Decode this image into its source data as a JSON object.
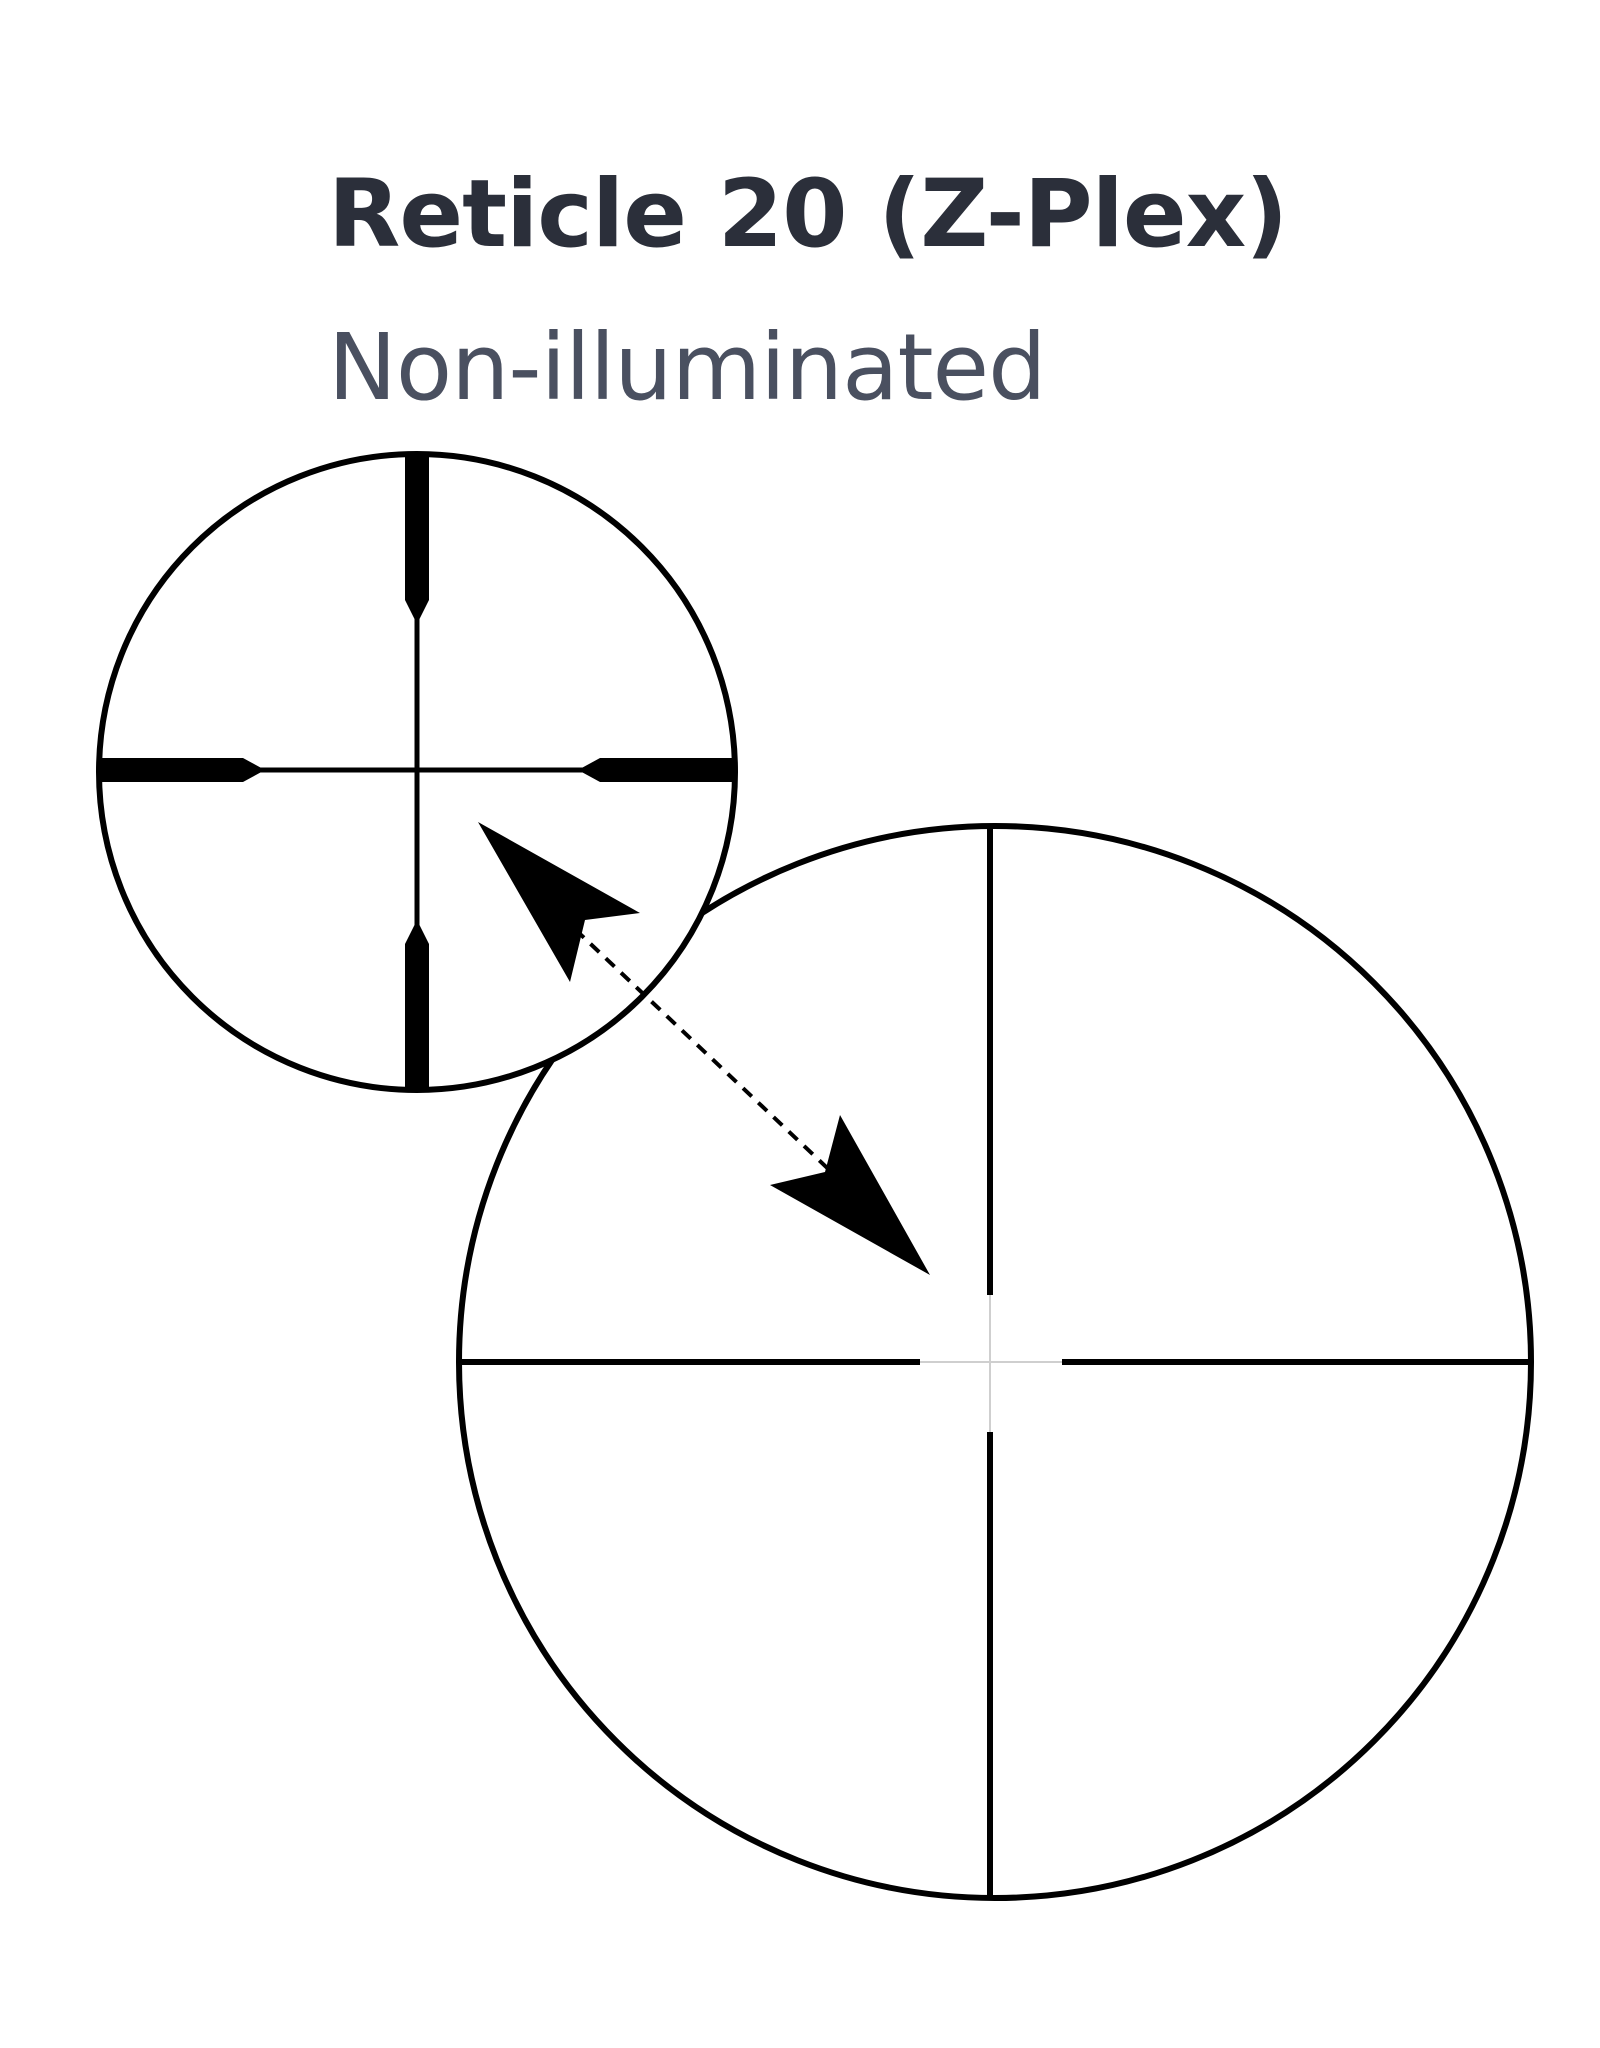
{
  "title": "Reticle 20 (Z-Plex)",
  "subtitle": "Non-illuminated",
  "colors": {
    "ink": "#000000",
    "title": "#2b2f3a",
    "subtitle": "#4a5060",
    "background": "#ffffff"
  },
  "diagram": {
    "top_left_reticle": "z-plex-reticle-low-magnification",
    "bottom_right_reticle": "z-plex-reticle-magnified-center",
    "arrow": "double-headed-dashed-arrow"
  }
}
